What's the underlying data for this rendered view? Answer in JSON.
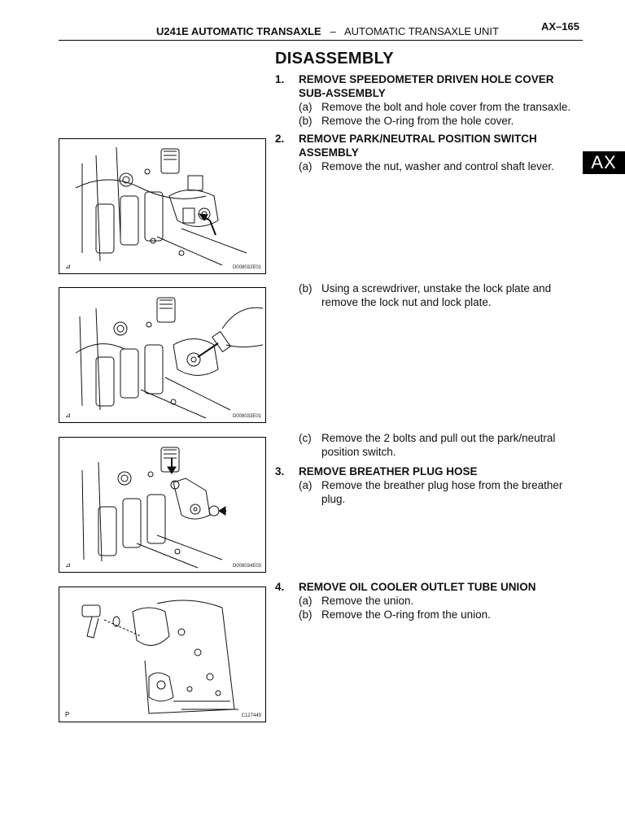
{
  "header": {
    "title_bold": "U241E AUTOMATIC TRANSAXLE",
    "title_sep": "–",
    "title_rest": "AUTOMATIC TRANSAXLE UNIT",
    "page_number": "AX–165",
    "section_tab": "AX"
  },
  "heading": "DISASSEMBLY",
  "steps": [
    {
      "num": "1.",
      "title": "REMOVE SPEEDOMETER DRIVEN HOLE COVER SUB-ASSEMBLY",
      "subs": [
        {
          "label": "(a)",
          "text": "Remove the bolt and hole cover from the transaxle."
        },
        {
          "label": "(b)",
          "text": "Remove the O-ring from the hole cover."
        }
      ]
    },
    {
      "num": "2.",
      "title": "REMOVE PARK/NEUTRAL POSITION SWITCH ASSEMBLY",
      "subs": [
        {
          "label": "(a)",
          "text": "Remove the nut, washer and control shaft lever."
        },
        {
          "label": "(b)",
          "text": "Using a screwdriver, unstake the lock plate and remove the lock nut and lock plate."
        },
        {
          "label": "(c)",
          "text": "Remove the 2 bolts and pull out the park/neutral position switch."
        }
      ]
    },
    {
      "num": "3.",
      "title": "REMOVE BREATHER PLUG HOSE",
      "subs": [
        {
          "label": "(a)",
          "text": "Remove the breather plug hose from the breather plug."
        }
      ]
    },
    {
      "num": "4.",
      "title": "REMOVE OIL COOLER OUTLET TUBE UNION",
      "subs": [
        {
          "label": "(a)",
          "text": "Remove the union."
        },
        {
          "label": "(b)",
          "text": "Remove the O-ring from the union."
        }
      ]
    }
  ],
  "figures": [
    {
      "code": "D008032E01",
      "mark": "⊿"
    },
    {
      "code": "D008033E01",
      "mark": "⊿"
    },
    {
      "code": "D008034E03",
      "mark": "⊿"
    },
    {
      "code": "C127449",
      "mark": "P"
    }
  ]
}
